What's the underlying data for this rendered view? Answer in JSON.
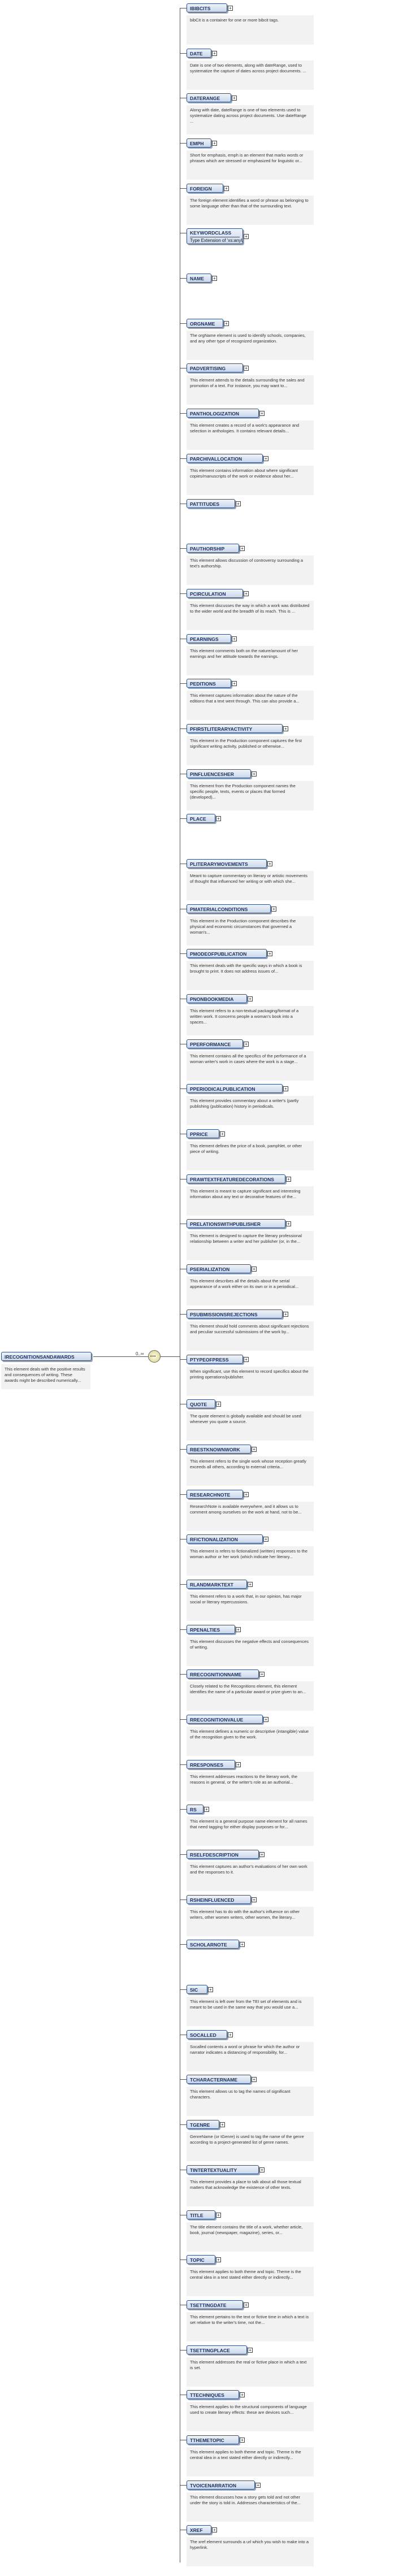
{
  "root": {
    "name": "IRECOGNITIONSANDAWARDS",
    "occurrence": "0..∞",
    "description": "This element deals with the positive results and consequences of writing. These awards might be described numerically..."
  },
  "children": [
    {
      "name": "IBIBCITS",
      "desc": "bibCit is a container for one or more bibcit tags."
    },
    {
      "name": "DATE",
      "desc": "Date is one of two elements, along with dateRange, used to systematize the capture of dates across project documents. ..."
    },
    {
      "name": "DATERANGE",
      "desc": "Along with date, dateRange is one of two elements used to systematize dating across project documents. Use dateRange ..."
    },
    {
      "name": "EMPH",
      "desc": "Short for emphasis, emph is an element that marks words or phrases which are stressed or emphasized for linguistic or..."
    },
    {
      "name": "FOREIGN",
      "desc": "The foreign element identifies a word or phrase as belonging to some language other than that of the surrounding text."
    },
    {
      "name": "KEYWORDCLASS",
      "type": "Type    Extension of 'xs:anyURI'",
      "desc": ""
    },
    {
      "name": "NAME",
      "desc": ""
    },
    {
      "name": "ORGNAME",
      "desc": "The orgName element is used to identify schools, companies, and any other type of recognized organization."
    },
    {
      "name": "PADVERTISING",
      "desc": "This element attends to the details surrounding the sales and promotion of a text. For instance, you may want to..."
    },
    {
      "name": "PANTHOLOGIZATION",
      "desc": "This element creates a record of a work's appearance and selection in anthologies. It contains relevant details..."
    },
    {
      "name": "PARCHIVALLOCATION",
      "desc": "This element contains information about where significant copies/manuscripts of the work or evidence about her..."
    },
    {
      "name": "PATTITUDES",
      "desc": ""
    },
    {
      "name": "PAUTHORSHIP",
      "desc": "This element allows discussion of controversy surrounding a text's authorship."
    },
    {
      "name": "PCIRCULATION",
      "desc": "This element discusses the way in which a work was distributed to the wider world and the breadth of its reach. This is ..."
    },
    {
      "name": "PEARNINGS",
      "desc": "This element comments both on the nature/amount of her earnings and her attitude towards the earnings."
    },
    {
      "name": "PEDITIONS",
      "desc": "This element captures information about the nature of the editions that a text went through. This can also provide a..."
    },
    {
      "name": "PFIRSTLITERARYACTIVITY",
      "desc": "This element in the Production component captures the first significant writing activity, published or otherwise..."
    },
    {
      "name": "PINFLUENCESHER",
      "desc": "This element from the Production component names the specific people, texts, events or places that formed (developed)..."
    },
    {
      "name": "PLACE",
      "desc": ""
    },
    {
      "name": "PLITERARYMOVEMENTS",
      "desc": "Meant to capture commentary on literary or artistic movements of thought that influenced her writing or with which she..."
    },
    {
      "name": "PMATERIALCONDITIONS",
      "desc": "This element in the Production component describes the physical and economic circumstances that governed a woman's..."
    },
    {
      "name": "PMODEOFPUBLICATION",
      "desc": "This element deals with the specific ways in which a book is brought to print. It does not address issues of..."
    },
    {
      "name": "PNONBOOKMEDIA",
      "desc": "This element refers to a non-textual packaging/format of a written work. It concerns people a woman's book into a spaces..."
    },
    {
      "name": "PPERFORMANCE",
      "desc": "This element contains all the specifics of the performance of a woman writer's work in cases where the work is a stage..."
    },
    {
      "name": "PPERIODICALPUBLICATION",
      "desc": "This element provides commentary about a writer's (partly publishing (publication) history in periodicals."
    },
    {
      "name": "PPRICE",
      "desc": "This element defines the price of a book, pamphlet, or other piece of writing."
    },
    {
      "name": "PRAWTEXTFEATUREDECORATIONS",
      "desc": "This element is meant to capture significant and interesting information about any text or decorative features of the..."
    },
    {
      "name": "PRELATIONSWITHPUBLISHER",
      "desc": "This element is designed to capture the literary professional relationship between a writer and her publisher (or, in the..."
    },
    {
      "name": "PSERIALIZATION",
      "desc": "This element describes all the details about the serial appearance of a work either on its own or in a periodical..."
    },
    {
      "name": "PSUBMISSIONSREJECTIONS",
      "desc": "This element should hold comments about significant rejections and peculiar successful submissions of the work by..."
    },
    {
      "name": "PTYPEOFPRESS",
      "desc": "When significant, use this element to record specifics about the printing operations/publisher."
    },
    {
      "name": "QUOTE",
      "desc": "The quote element is globally available and should be used whenever you quote a source."
    },
    {
      "name": "RBESTKNOWNWORK",
      "desc": "This element refers to the single work whose reception greatly exceeds all others, according to external criteria..."
    },
    {
      "name": "RESEARCHNOTE",
      "desc": "ResearchNote is available everywhere, and it allows us to comment among ourselves on the work at hand, not to be..."
    },
    {
      "name": "RFICTIONALIZATION",
      "desc": "This element is refers to fictionalized (written) responses to the woman author or her work (which indicate her literary..."
    },
    {
      "name": "RLANDMARKTEXT",
      "desc": "This element refers to a work that, in our opinion, has major social or literary repercussions."
    },
    {
      "name": "RPENALTIES",
      "desc": "This element discusses the negative effects and consequences of writing."
    },
    {
      "name": "RRECOGNITIONNAME",
      "desc": "Closely related to the Recognitions element, this element identifies the name of a particular award or prize given to an..."
    },
    {
      "name": "RRECOGNITIONVALUE",
      "desc": "This element defines a numeric or descriptive (intangible) value of the recognition given to the work."
    },
    {
      "name": "RRESPONSES",
      "desc": "This element addresses reactions to the literary work, the reasons in general, or the writer's role as an authorial..."
    },
    {
      "name": "RS",
      "desc": "This element is a general purpose name element for all names that need tagging for either display purposes or for..."
    },
    {
      "name": "RSELFDESCRIPTION",
      "desc": "This element captures an author's evaluations of her own work and the responses to it."
    },
    {
      "name": "RSHEINFLUENCED",
      "desc": "This element has to do with the author's influence on other writers, other women writers, other women, the literary..."
    },
    {
      "name": "SCHOLARNOTE",
      "desc": ""
    },
    {
      "name": "SIC",
      "desc": "This element is left over from the TEI set of elements and is meant to be used in the same way that you would use a..."
    },
    {
      "name": "SOCALLED",
      "desc": "Socalled contents a word or phrase for which the author or narrator indicates a distancing of responsibility, for..."
    },
    {
      "name": "TCHARACTERNAME",
      "desc": "This element allows us to tag the names of significant characters."
    },
    {
      "name": "TGENRE",
      "desc": "GenreName (or tGenre) is used to tag the name of the genre according to a project-generated list of genre names."
    },
    {
      "name": "TINTERTEXTUALITY",
      "desc": "This element provides a place to talk about all those textual matters that acknowledge the existence of other texts."
    },
    {
      "name": "TITLE",
      "desc": "The title element contains the title of a work, whether article, book, journal (newspaper, magazine), series, or..."
    },
    {
      "name": "TOPIC",
      "desc": "This element applies to both theme and topic. Theme is the central idea in a text stated either directly or indirectly..."
    },
    {
      "name": "TSETTINGDATE",
      "desc": "This element pertains to the text or fictive time in which a text is set relative to the writer's time, not the..."
    },
    {
      "name": "TSETTINGPLACE",
      "desc": "This element addresses the real or fictive place in which a text is set."
    },
    {
      "name": "TTECHNIQUES",
      "desc": "This element applies to the structural components of language used to create literary effects: these are devices such..."
    },
    {
      "name": "TTHEMETOPIC",
      "desc": "This element applies to both theme and topic. Theme is the central idea in a text stated either directly or indirectly..."
    },
    {
      "name": "TVOICENARRATION",
      "desc": "This element discusses how a story gets told and not other under the story is told in. Addresses characteristics of the..."
    },
    {
      "name": "XREF",
      "desc": "The xref element surrounds a url which you wish to make into a hyperlink."
    }
  ]
}
